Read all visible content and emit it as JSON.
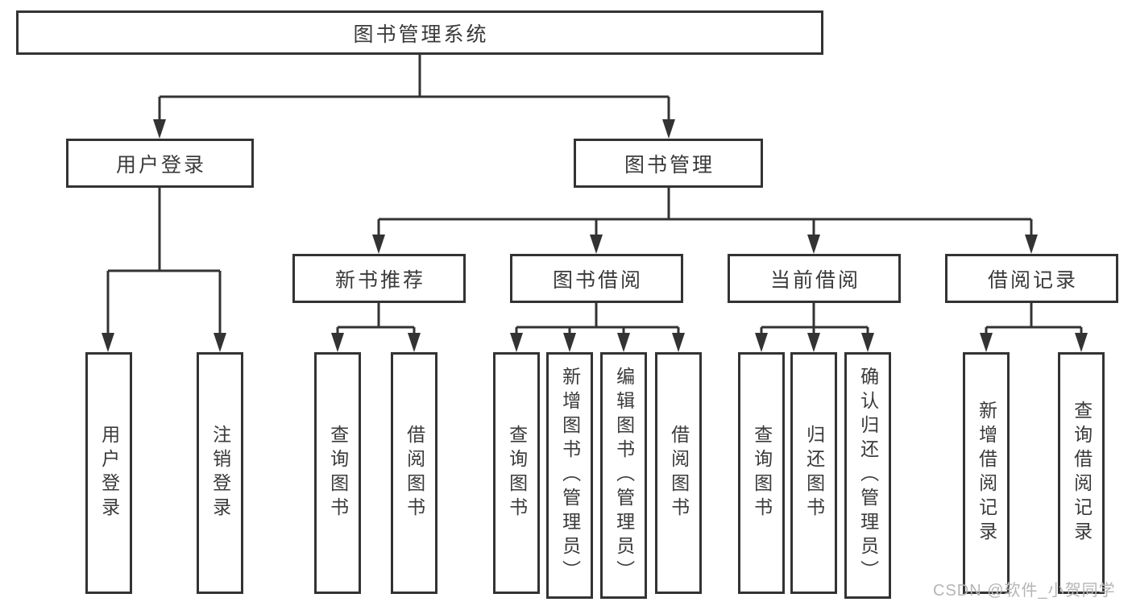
{
  "diagram": {
    "watermark": "CSDN @软件_小贺同学",
    "colors": {
      "line": "#333333",
      "text": "#3a3a3a",
      "watermark": "#b5b5b5",
      "bg": "#ffffff"
    },
    "nodes": {
      "root": {
        "label": "图书管理系统"
      },
      "level1": [
        {
          "label": "用户登录"
        },
        {
          "label": "图书管理"
        }
      ],
      "level2": [
        {
          "label": "新书推荐"
        },
        {
          "label": "图书借阅"
        },
        {
          "label": "当前借阅"
        },
        {
          "label": "借阅记录"
        }
      ],
      "leaves_user_login": [
        {
          "label": "用户登录"
        },
        {
          "label": "注销登录"
        }
      ],
      "leaves_new_books": [
        {
          "label": "查询图书"
        },
        {
          "label": "借阅图书"
        }
      ],
      "leaves_book_borrow": [
        {
          "label": "查询图书"
        },
        {
          "label": "新增图书（管理员）"
        },
        {
          "label": "编辑图书（管理员）"
        },
        {
          "label": "借阅图书"
        }
      ],
      "leaves_current_borrow": [
        {
          "label": "查询图书"
        },
        {
          "label": "归还图书"
        },
        {
          "label": "确认归还（管理员）"
        }
      ],
      "leaves_borrow_record": [
        {
          "label": "新增借阅记录"
        },
        {
          "label": "查询借阅记录"
        }
      ]
    }
  }
}
